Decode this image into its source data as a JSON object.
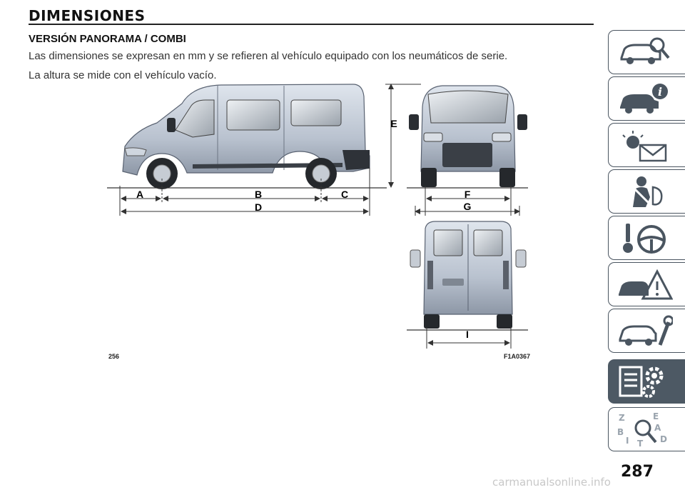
{
  "page": {
    "title": "DIMENSIONES",
    "section_title": "VERSIÓN PANORAMA / COMBI",
    "paragraph_1": "Las dimensiones se expresan en mm y se refieren al vehículo equipado con los neumáticos de serie.",
    "paragraph_2": "La altura se mide con el vehículo vacío.",
    "page_number": "287"
  },
  "figure": {
    "number": "256",
    "code": "F1A0367",
    "labels": {
      "A": "A",
      "B": "B",
      "C": "C",
      "D": "D",
      "E": "E",
      "F": "F",
      "G": "G",
      "I": "I"
    }
  },
  "sidebar": {
    "tabs": [
      {
        "icon": "car-key-icon",
        "active": false
      },
      {
        "icon": "car-info-icon",
        "active": false
      },
      {
        "icon": "warning-light-message-icon",
        "active": false
      },
      {
        "icon": "seatbelt-airbag-icon",
        "active": false
      },
      {
        "icon": "key-steering-wheel-icon",
        "active": false
      },
      {
        "icon": "car-warning-triangle-icon",
        "active": false
      },
      {
        "icon": "car-wrench-icon",
        "active": false
      },
      {
        "icon": "specifications-gear-icon",
        "active": true
      },
      {
        "icon": "alphabetical-index-icon",
        "active": false
      }
    ]
  },
  "watermark": "carmanualsonline.info"
}
